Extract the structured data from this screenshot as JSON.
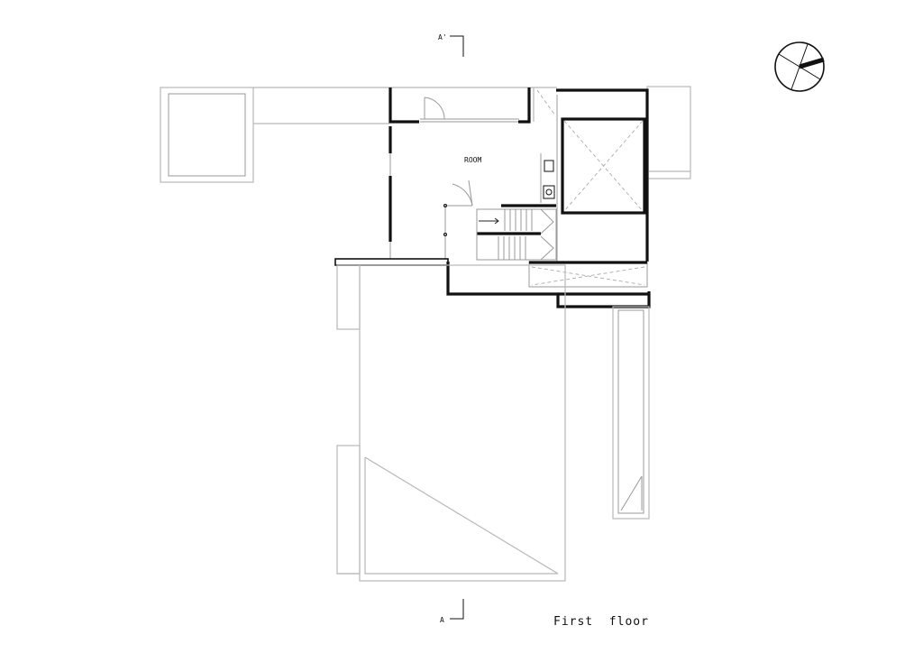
{
  "plan": {
    "title": "First  floor",
    "room_label": "ROOM",
    "section_marker_top": "A'",
    "section_marker_bottom": "A",
    "north_arrow_icon": "north-arrow-icon"
  }
}
